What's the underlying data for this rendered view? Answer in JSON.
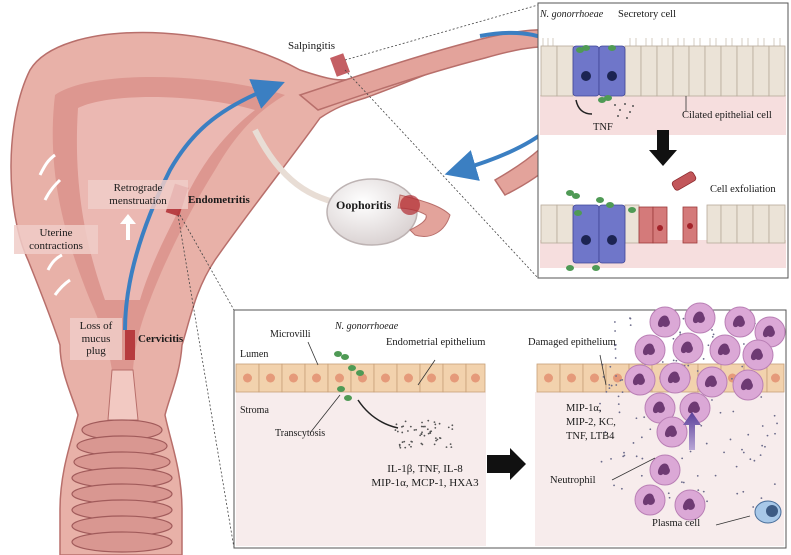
{
  "colors": {
    "uterus_outer": "#e8b1a8",
    "uterus_inner": "#d98f88",
    "infection": "#b02a30",
    "arrow_blue": "#3b7fc2",
    "epithelium": "#f2d2ad",
    "ciliated_cell": "#ebe3d7",
    "secretory_cell": "#6f76c9",
    "bacteria": "#4f9a55",
    "neutrophil": "#dba8d6",
    "tissue": "#f6dede"
  },
  "anatomy": {
    "salpingitis": "Salpingitis",
    "oophoritis": "Oophoritis",
    "endometritis": "Endometritis",
    "cervicitis": "Cervicitis",
    "retrograde_1": "Retrograde",
    "retrograde_2": "menstruation",
    "uterine_1": "Uterine",
    "uterine_2": "contractions",
    "mucus_1": "Loss of",
    "mucus_2": "mucus",
    "mucus_3": "plug"
  },
  "tube_panel": {
    "n_gonorrhoeae": "N. gonorrhoeae",
    "secretory_cell": "Secretory cell",
    "tnf": "TNF",
    "ciliated_cell": "Cilated epithelial cell",
    "cell_exfoliation": "Cell exfoliation"
  },
  "endometrium_panel": {
    "microvilli": "Microvilli",
    "n_gonorrhoeae": "N. gonorrhoeae",
    "lumen": "Lumen",
    "endometrial_epithelium": "Endometrial epithelium",
    "stroma": "Stroma",
    "transcytosis": "Transcytosis",
    "cytokines_1": "IL-1β, TNF, IL-8",
    "cytokines_2": "MIP-1α, MCP-1, HXA3",
    "damaged_epithelium": "Damaged epithelium",
    "chemokines_1": "MIP-1α,",
    "chemokines_2": "MIP-2, KC,",
    "chemokines_3": "TNF, LTB4",
    "neutrophil": "Neutrophil",
    "plasma_cell": "Plasma cell"
  }
}
